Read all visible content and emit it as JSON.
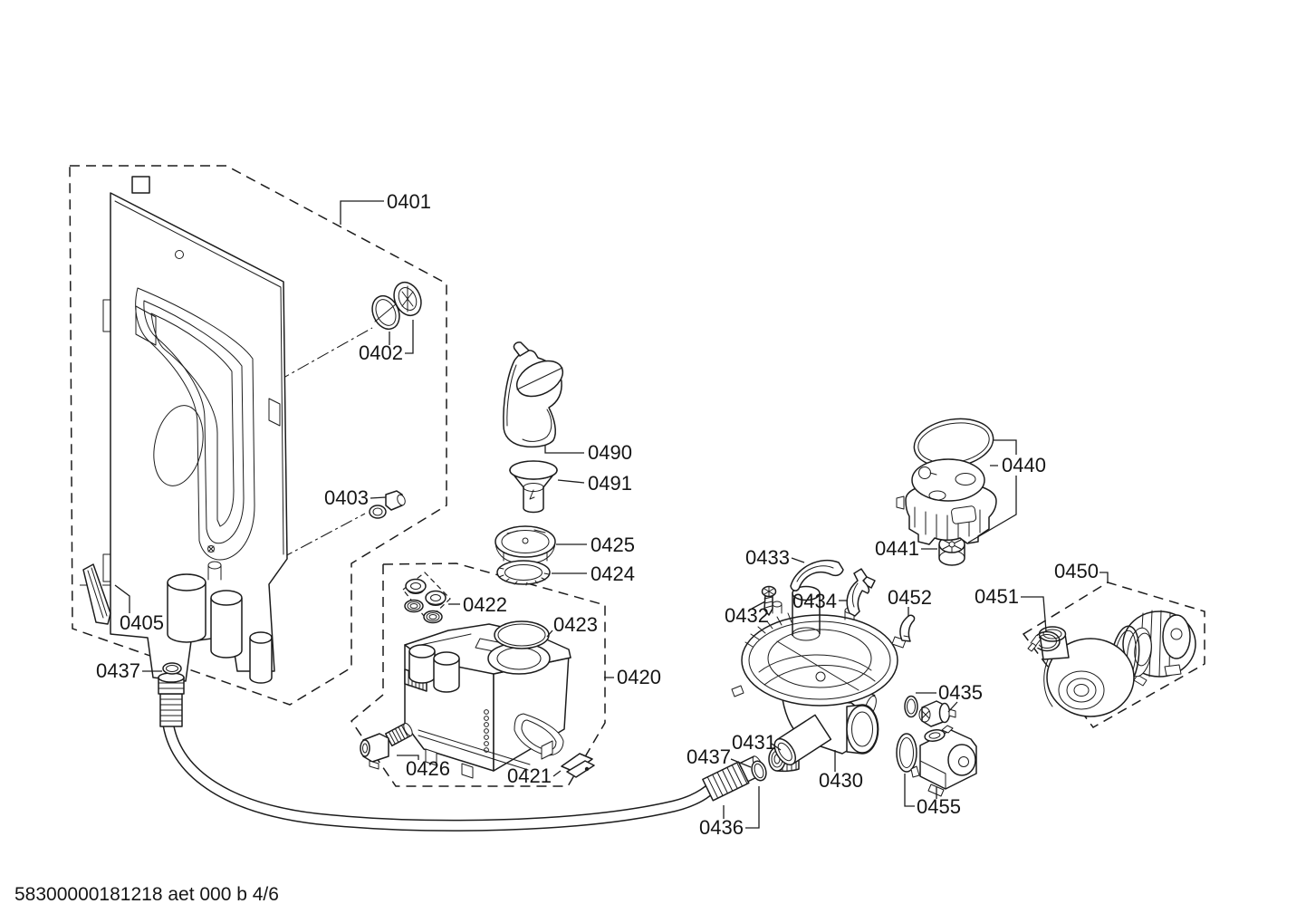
{
  "page": {
    "footer_text": "58300000181218 aet 000 b 4/6",
    "background_color": "#ffffff",
    "line_color": "#1c1c1c"
  },
  "labels": {
    "l0401": "0401",
    "l0402": "0402",
    "l0403": "0403",
    "l0405": "0405",
    "l0437_left": "0437",
    "l0490": "0490",
    "l0491": "0491",
    "l0425": "0425",
    "l0424": "0424",
    "l0422": "0422",
    "l0423": "0423",
    "l0420": "0420",
    "l0426": "0426",
    "l0421": "0421",
    "l0433": "0433",
    "l0434": "0434",
    "l0432": "0432",
    "l0452": "0452",
    "l0441": "0441",
    "l0440": "0440",
    "l0450": "0450",
    "l0451": "0451",
    "l0435": "0435",
    "l0431": "0431",
    "l0437_right": "0437",
    "l0430": "0430",
    "l0436": "0436",
    "l0455": "0455"
  }
}
